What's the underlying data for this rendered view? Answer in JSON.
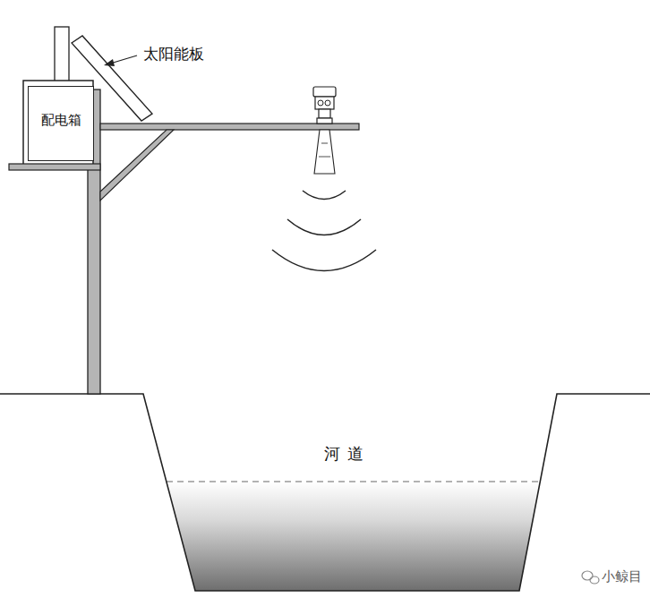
{
  "diagram": {
    "nodes": [
      {
        "text": [
          "配电箱"
        ]
      }
    ],
    "labels": [
      "太阳能板",
      "河道",
      "小鲸目"
    ]
  }
}
